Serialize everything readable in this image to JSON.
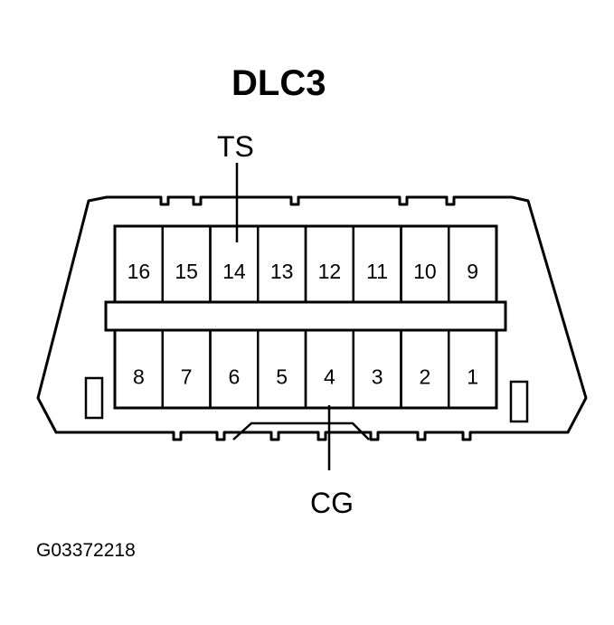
{
  "diagram": {
    "title": "DLC3",
    "labels": {
      "ts": "TS",
      "cg": "CG"
    },
    "figure_id": "G03372218",
    "top_row_pins": [
      "16",
      "15",
      "14",
      "13",
      "12",
      "11",
      "10",
      "9"
    ],
    "bottom_row_pins": [
      "8",
      "7",
      "6",
      "5",
      "4",
      "3",
      "2",
      "1"
    ],
    "callouts": [
      {
        "label": "TS",
        "pin": "14"
      },
      {
        "label": "CG",
        "pin": "4"
      }
    ],
    "colors": {
      "line": "#000000",
      "background": "#ffffff"
    }
  }
}
